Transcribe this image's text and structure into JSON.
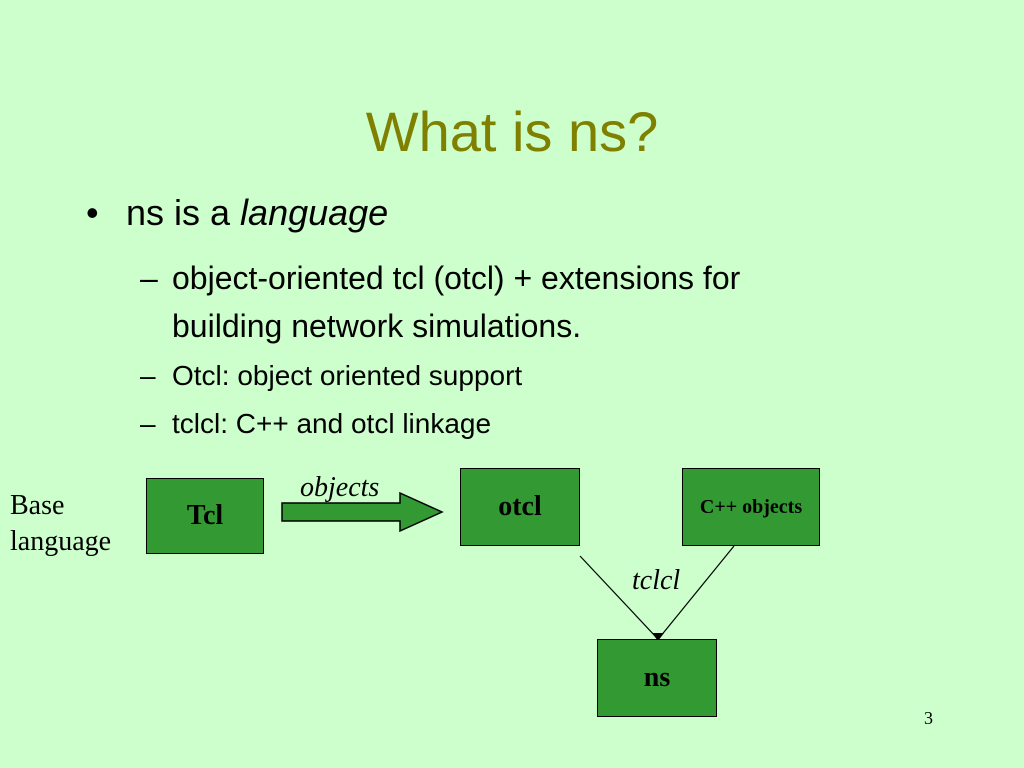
{
  "slide": {
    "title": "What is ns?",
    "bullet": {
      "marker": "•",
      "prefix": "ns is a ",
      "emphasis": "language"
    },
    "subitems": [
      {
        "dash": "–",
        "line1": "object-oriented tcl (otcl) + extensions for",
        "line2": "building network simulations."
      },
      {
        "dash": "–",
        "text": "Otcl: object oriented support"
      },
      {
        "dash": "–",
        "text": "tclcl: C++ and otcl linkage"
      }
    ],
    "page_number": "3"
  },
  "diagram": {
    "base_language_line1": "Base",
    "base_language_line2": "language",
    "boxes": {
      "tcl": "Tcl",
      "otcl": "otcl",
      "cpp": "C++ objects",
      "ns": "ns"
    },
    "edge_labels": {
      "objects": "objects",
      "tclcl": "tclcl"
    }
  },
  "colors": {
    "background": "#ccffcc",
    "title": "#808000",
    "box_fill": "#339933",
    "arrow_fill": "#339933"
  }
}
